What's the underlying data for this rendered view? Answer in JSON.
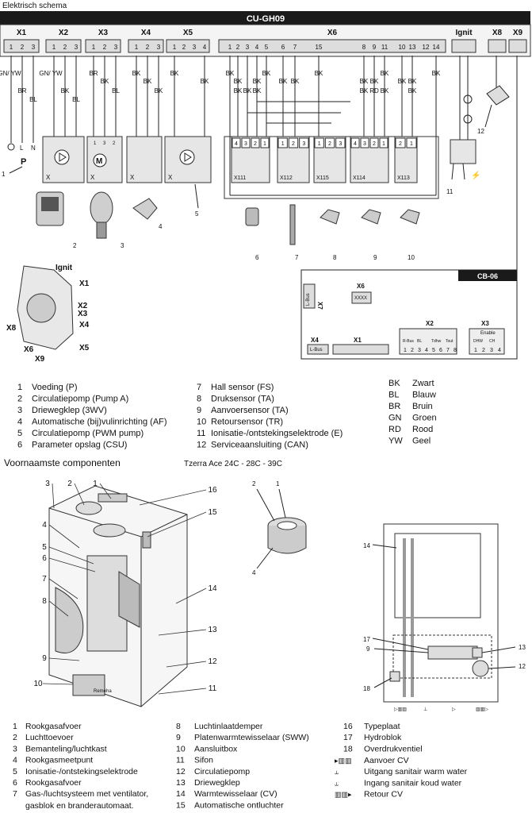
{
  "page_title": "Elektrisch schema",
  "board_main": "CU-GH09",
  "main_connectors": [
    {
      "name": "X1",
      "pins": [
        "1",
        "2",
        "3"
      ]
    },
    {
      "name": "X2",
      "pins": [
        "1",
        "2",
        "3"
      ]
    },
    {
      "name": "X3",
      "pins": [
        "1",
        "2",
        "3"
      ]
    },
    {
      "name": "X4",
      "pins": [
        "1",
        "2",
        "3"
      ]
    },
    {
      "name": "X5",
      "pins": [
        "1",
        "2",
        "3",
        "4"
      ]
    },
    {
      "name": "X6",
      "pins": [
        "1",
        "2",
        "3",
        "4",
        "5",
        "6",
        "7",
        "15",
        "8",
        "9",
        "11",
        "10",
        "13",
        "12",
        "14"
      ]
    },
    {
      "name": "Ignit",
      "pins": []
    },
    {
      "name": "X8",
      "pins": []
    },
    {
      "name": "X9",
      "pins": []
    }
  ],
  "wire_labels": {
    "x1": [
      "GN/ YW",
      "BR",
      "BL"
    ],
    "x2": [
      "GN/ YW",
      "BK",
      "BL"
    ],
    "x3": [
      "BR",
      "BK",
      "BL"
    ],
    "x4": [
      "BK",
      "BK",
      "BK"
    ],
    "x5": [
      "BK",
      "BK"
    ],
    "x6": [
      "BK",
      "BK",
      "BK",
      "BK",
      "BK",
      "BK",
      "BK",
      "BK",
      "BK",
      "BK",
      "BK",
      "BK",
      "RD",
      "BK",
      "BK",
      "BK",
      "BK",
      "BK",
      "BK",
      "BK"
    ]
  },
  "x1_terminals": [
    "⏚",
    "L",
    "N"
  ],
  "x1_label": "P",
  "pump_pins": [
    "1",
    "3",
    "2"
  ],
  "sub_connectors": [
    {
      "name": "X111",
      "pins": [
        "4",
        "3",
        "2",
        "1"
      ]
    },
    {
      "name": "X112",
      "pins": [
        "1",
        "2",
        "3"
      ]
    },
    {
      "name": "X115",
      "pins": [
        "1",
        "2",
        "3"
      ]
    },
    {
      "name": "X114",
      "pins": [
        "4",
        "3",
        "2",
        "1"
      ]
    },
    {
      "name": "X113",
      "pins": [
        "2",
        "1"
      ]
    }
  ],
  "component_x": "X",
  "callouts_top": [
    "1",
    "2",
    "3",
    "4",
    "5",
    "6",
    "7",
    "8",
    "9",
    "10",
    "11",
    "12"
  ],
  "board_small": {
    "title": "CB-06",
    "x7": "X7",
    "lbus_small": "L-Bus",
    "x6": "X6",
    "x6_text": "XXXX",
    "x4": "X4",
    "x4_text": "L-Bus",
    "x1": "X1",
    "x2": "X2",
    "x3": "X3",
    "x2_items": [
      "R-Bus",
      "BL",
      "Tdhw",
      "Tout"
    ],
    "x2_pins": [
      "1",
      "2",
      "3",
      "4",
      "5",
      "6",
      "7",
      "8"
    ],
    "x3_title": "Enable",
    "x3_items": [
      "DHW",
      "CH"
    ],
    "x3_pins": [
      "1",
      "2",
      "3",
      "4"
    ]
  },
  "board_detail_labels": [
    "Ignit",
    "X1",
    "X2",
    "X3",
    "X4",
    "X5",
    "X8",
    "X6",
    "X9"
  ],
  "legend_left": [
    {
      "n": "1",
      "t": "Voeding (P)"
    },
    {
      "n": "2",
      "t": "Circulatiepomp (Pump A)"
    },
    {
      "n": "3",
      "t": "Driewegklep (3WV)"
    },
    {
      "n": "4",
      "t": "Automatische (bij)vulinrichting (AF)"
    },
    {
      "n": "5",
      "t": "Circulatiepomp (PWM pump)"
    },
    {
      "n": "6",
      "t": "Parameter opslag (CSU)"
    }
  ],
  "legend_mid": [
    {
      "n": "7",
      "t": "Hall sensor (FS)"
    },
    {
      "n": "8",
      "t": "Druksensor (TA)"
    },
    {
      "n": "9",
      "t": "Aanvoersensor (TA)"
    },
    {
      "n": "10",
      "t": "Retoursensor (TR)"
    },
    {
      "n": "11",
      "t": "Ionisatie-/ontstekingselektrode (E)"
    },
    {
      "n": "12",
      "t": "Serviceaansluiting (CAN)"
    }
  ],
  "colors_legend": [
    {
      "c": "BK",
      "t": "Zwart"
    },
    {
      "c": "BL",
      "t": "Blauw"
    },
    {
      "c": "BR",
      "t": "Bruin"
    },
    {
      "c": "GN",
      "t": "Groen"
    },
    {
      "c": "RD",
      "t": "Rood"
    },
    {
      "c": "YW",
      "t": "Geel"
    }
  ],
  "section2_title": "Voornaamste componenten",
  "section2_subtitle": "Tzerra Ace 24C - 28C - 39C",
  "boiler_callouts": [
    "3",
    "2",
    "1",
    "16",
    "15",
    "4",
    "5",
    "6",
    "7",
    "8",
    "14",
    "13",
    "9",
    "12",
    "10",
    "11"
  ],
  "detail_callouts": [
    "2",
    "1",
    "4"
  ],
  "right_callouts": [
    "14",
    "17",
    "9",
    "13",
    "12",
    "18"
  ],
  "brand_text": "Remeha",
  "bottom_symbols": [
    "▷▥▥",
    "⊥",
    "▷",
    "▥▥▷"
  ],
  "legend2_a": [
    {
      "n": "1",
      "t": "Rookgasafvoer"
    },
    {
      "n": "2",
      "t": "Luchttoevoer"
    },
    {
      "n": "3",
      "t": "Bemanteling/luchtkast"
    },
    {
      "n": "4",
      "t": "Rookgasmeetpunt"
    },
    {
      "n": "5",
      "t": "Ionisatie-/ontstekingselektrode"
    },
    {
      "n": "6",
      "t": "Rookgasafvoer"
    },
    {
      "n": "7",
      "t": "Gas-/luchtsysteem met ventilator,"
    }
  ],
  "legend2_a_extra": "gasblok en branderautomaat.",
  "legend2_b": [
    {
      "n": "8",
      "t": "Luchtinlaatdemper"
    },
    {
      "n": "9",
      "t": "Platenwarmtewisselaar (SWW)"
    },
    {
      "n": "10",
      "t": "Aansluitbox"
    },
    {
      "n": "11",
      "t": "Sifon"
    },
    {
      "n": "12",
      "t": "Circulatiepomp"
    },
    {
      "n": "13",
      "t": "Driewegklep"
    },
    {
      "n": "14",
      "t": "Warmtewisselaar (CV)"
    },
    {
      "n": "15",
      "t": "Automatische ontluchter"
    }
  ],
  "legend2_c": [
    {
      "n": "16",
      "t": "Typeplaat"
    },
    {
      "n": "17",
      "t": "Hydroblok"
    },
    {
      "n": "18",
      "t": "Overdrukventiel"
    }
  ],
  "legend2_symbols": [
    {
      "s": "▸▥▥",
      "t": "Aanvoer CV"
    },
    {
      "s": "⥿",
      "t": "Uitgang sanitair warm water"
    },
    {
      "s": "⥿",
      "t": "Ingang sanitair koud water"
    },
    {
      "s": "▥▥▸",
      "t": "Retour CV"
    }
  ]
}
